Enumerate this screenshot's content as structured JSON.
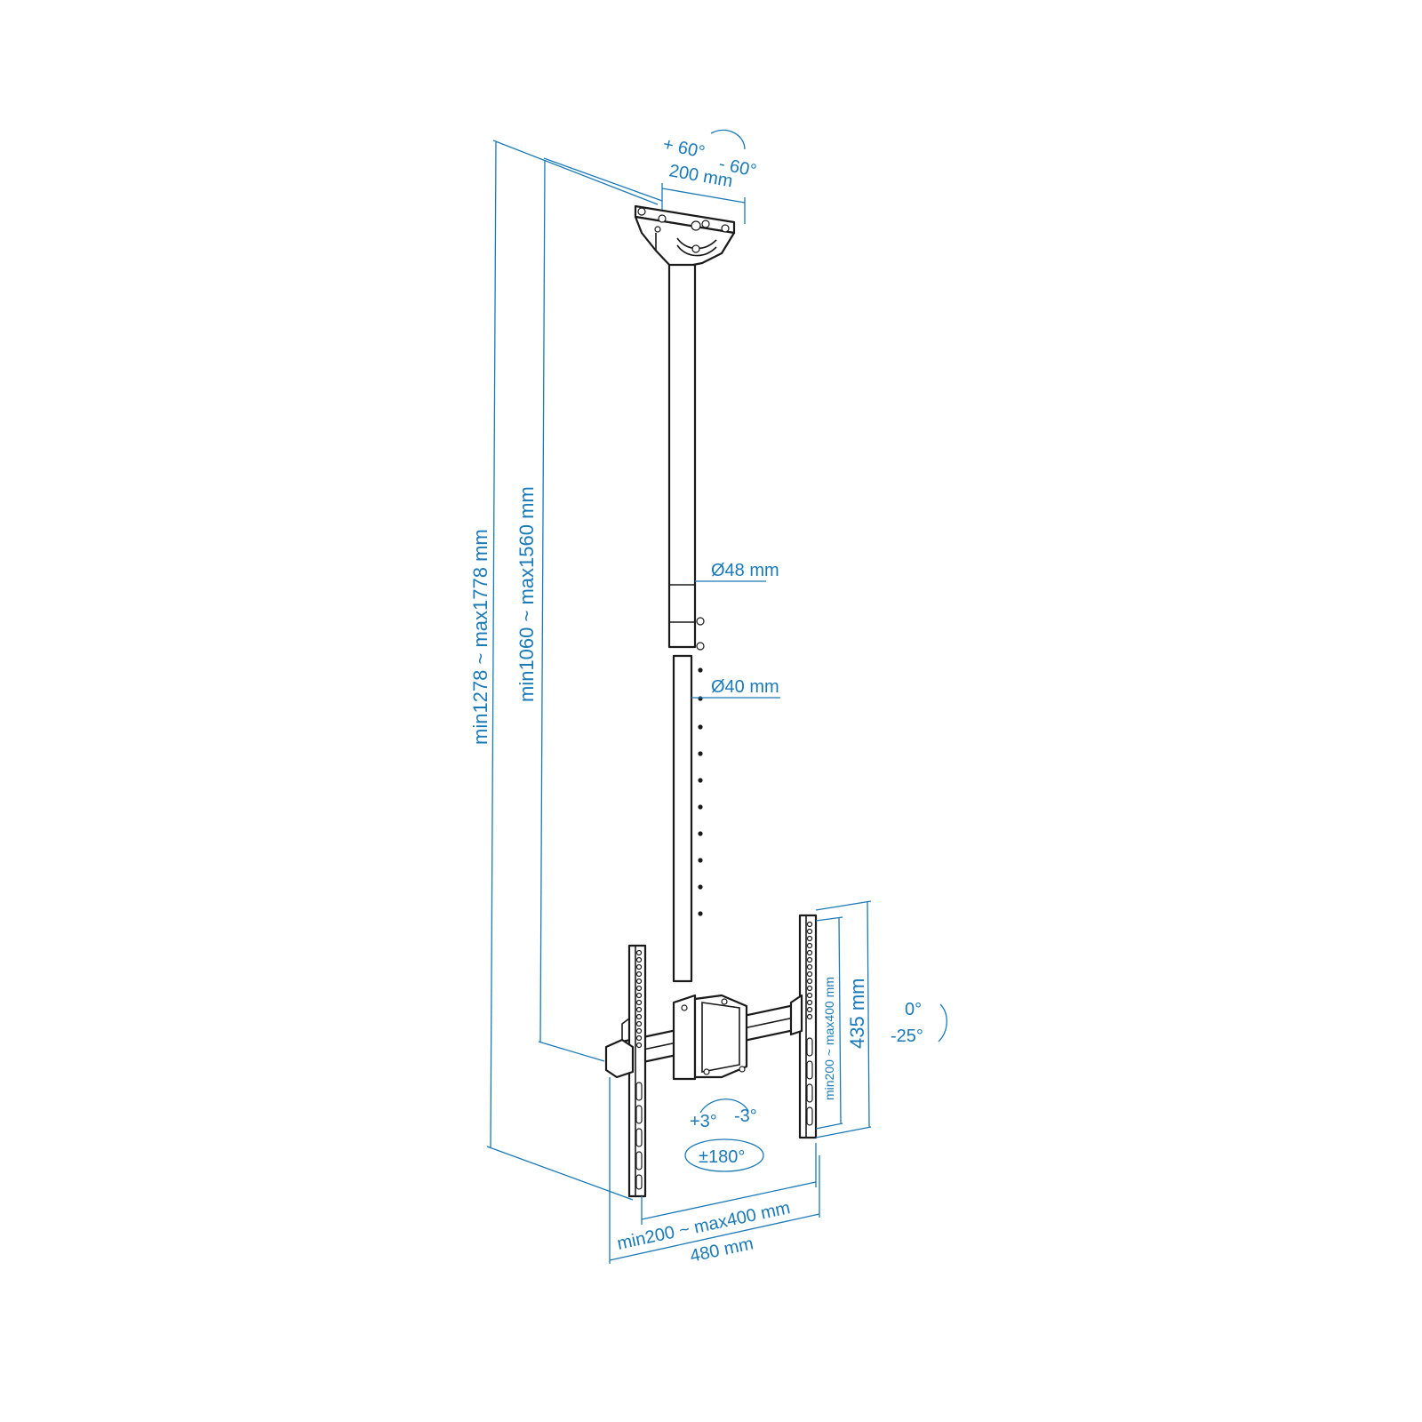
{
  "colors": {
    "dimension": "#1a7ab8",
    "outline": "#1a1a1a",
    "background": "#ffffff"
  },
  "labels": {
    "swivel_plus": "+ 60°",
    "swivel_minus": "- 60°",
    "plate_width": "200 mm",
    "total_height": "min1278 ~ max1778 mm",
    "pole_height": "min1060 ~ max1560 mm",
    "upper_tube_diameter": "Ø48 mm",
    "lower_tube_diameter": "Ø40 mm",
    "vesa_vertical": "min200 ~ max400 mm",
    "arm_height": "435 mm",
    "tilt_zero": "0°",
    "tilt_minus": "-25°",
    "level_plus": "+3°",
    "level_minus": "-3°",
    "rotation": "±180°",
    "vesa_horizontal": "min200 ~ max400 mm",
    "bracket_width": "480 mm"
  }
}
